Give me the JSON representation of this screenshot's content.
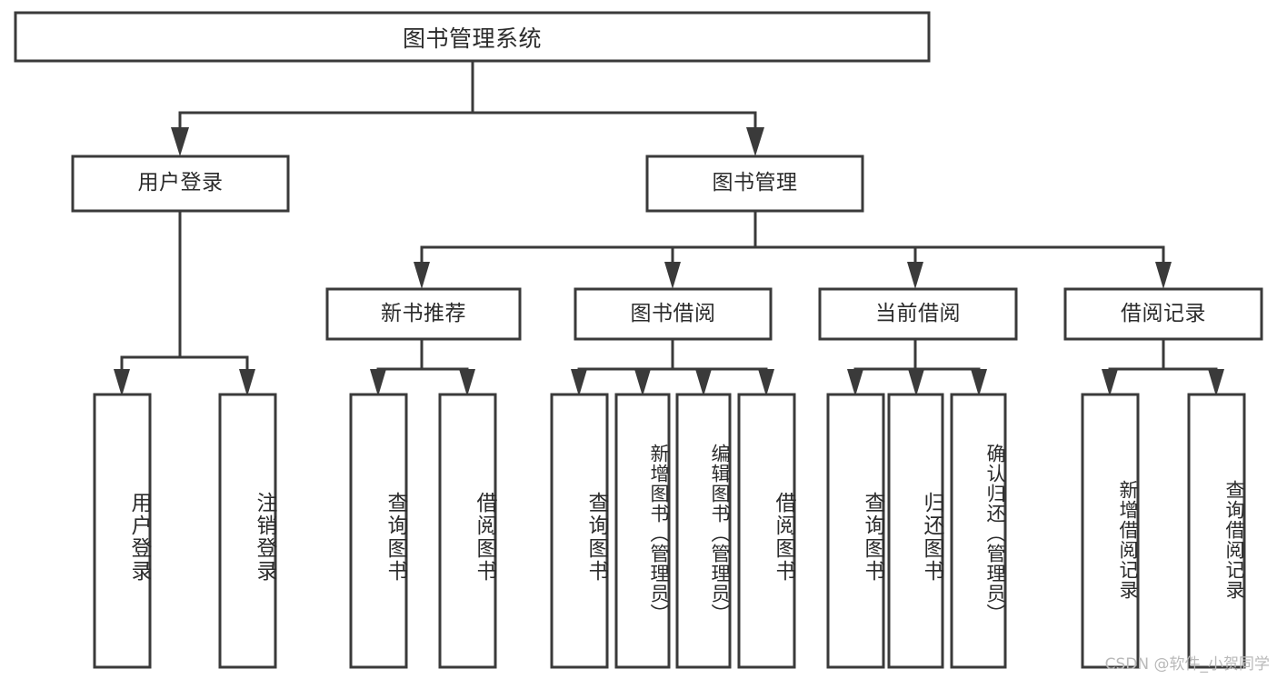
{
  "diagram": {
    "type": "tree",
    "title": "图书管理系统",
    "watermark": "CSDN @软件_小贺同学",
    "colors": {
      "stroke": "#3a3a3a",
      "fill": "#ffffff",
      "text": "#2b2b2b",
      "watermark": "#b9b9b9",
      "background": "#ffffff"
    },
    "root": {
      "label": "图书管理系统"
    },
    "level2": [
      {
        "label": "用户登录"
      },
      {
        "label": "图书管理"
      }
    ],
    "user_login_leaves": [
      {
        "label": "用户登录"
      },
      {
        "label": "注销登录"
      }
    ],
    "level3": [
      {
        "label": "新书推荐"
      },
      {
        "label": "图书借阅"
      },
      {
        "label": "当前借阅"
      },
      {
        "label": "借阅记录"
      }
    ],
    "new_book_leaves": [
      {
        "label": "查询图书"
      },
      {
        "label": "借阅图书"
      }
    ],
    "borrow_leaves": [
      {
        "label": "查询图书"
      },
      {
        "label": "新增图书（管理员）"
      },
      {
        "label": "编辑图书（管理员）"
      },
      {
        "label": "借阅图书"
      }
    ],
    "current_borrow_leaves": [
      {
        "label": "查询图书"
      },
      {
        "label": "归还图书"
      },
      {
        "label": "确认归还（管理员）"
      }
    ],
    "record_leaves": [
      {
        "label": "新增借阅记录"
      },
      {
        "label": "查询借阅记录"
      }
    ]
  }
}
